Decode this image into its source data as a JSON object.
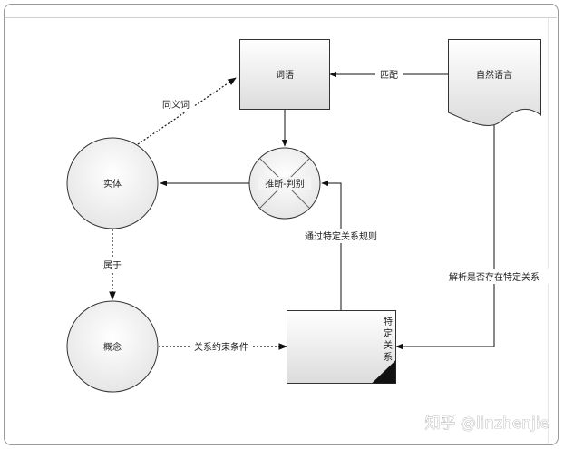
{
  "nodes": {
    "ciyu": "词语",
    "ziranyuyan": "自然语言",
    "shiti": "实体",
    "tuiduan": "推断-判别",
    "gainian": "概念",
    "guanxi": [
      "特",
      "定",
      "关",
      "系"
    ]
  },
  "edges": {
    "pipei": "匹配",
    "tongyici": "同义词",
    "shuyu": "属于",
    "guize": "通过特定关系规则",
    "yueshu": "关系约束条件",
    "jiexi": "解析是否存在特定关系"
  },
  "watermark": "知乎 @linzhenjie",
  "colors": {
    "box_top": "#ffffff",
    "box_bottom": "#dedede",
    "stroke": "#333333",
    "frame": "#9a9a9a"
  }
}
